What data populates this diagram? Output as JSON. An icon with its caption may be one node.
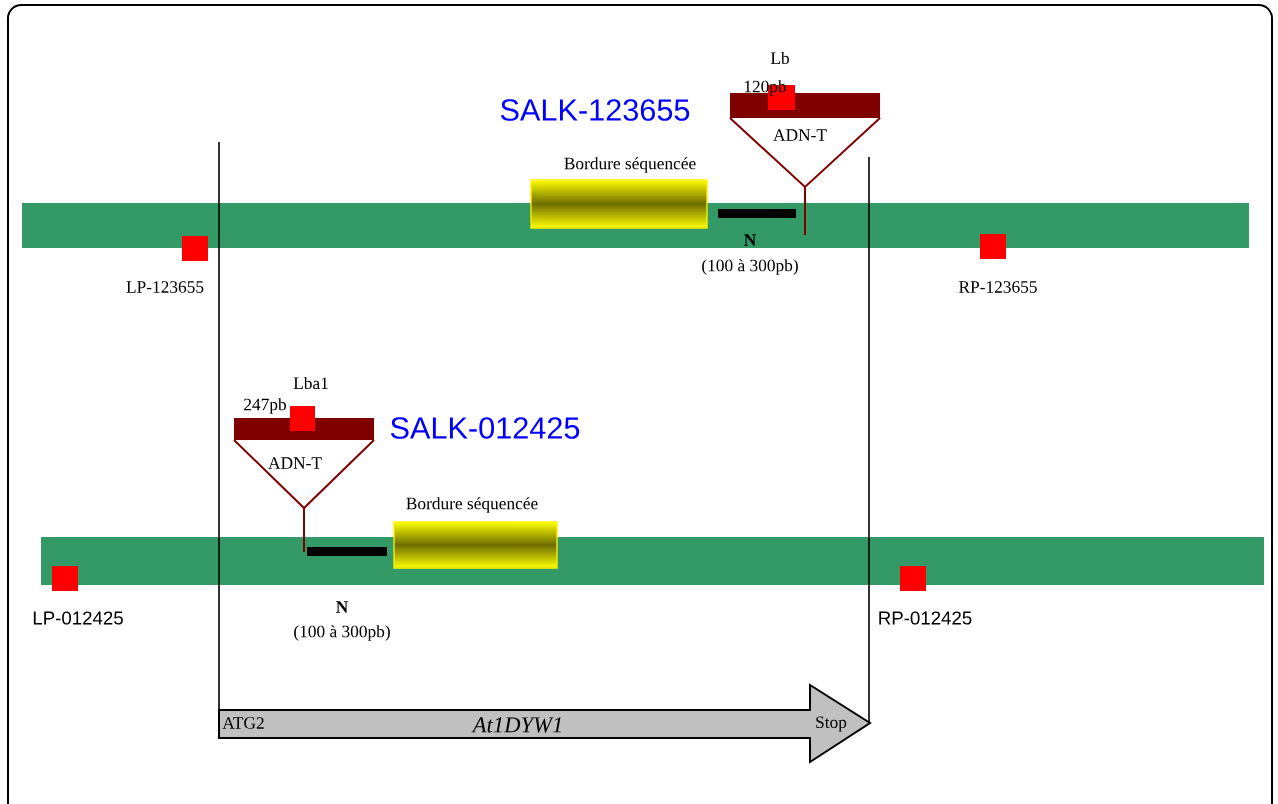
{
  "diagram": {
    "nodes": [
      {
        "text": [
          "ADN-T"
        ]
      },
      {
        "text": [
          "Bordure séquencée"
        ]
      },
      {
        "text": [
          "LP-123655"
        ]
      },
      {
        "text": [
          "RP-123655"
        ]
      },
      {
        "text": [
          "ADN-T"
        ]
      },
      {
        "text": [
          "Bordure séquencée"
        ]
      },
      {
        "text": [
          "LP-012425"
        ]
      },
      {
        "text": [
          "RP-012425"
        ]
      },
      {
        "text": [
          "ATG2",
          "At1DYW1",
          "Stop"
        ]
      }
    ],
    "labels": [
      "SALK-123655",
      "Lb",
      "120pb",
      "N",
      "(100 à 300pb)",
      "SALK-012425",
      "Lba1",
      "247pb",
      "N",
      "(100 à 300pb)"
    ]
  }
}
